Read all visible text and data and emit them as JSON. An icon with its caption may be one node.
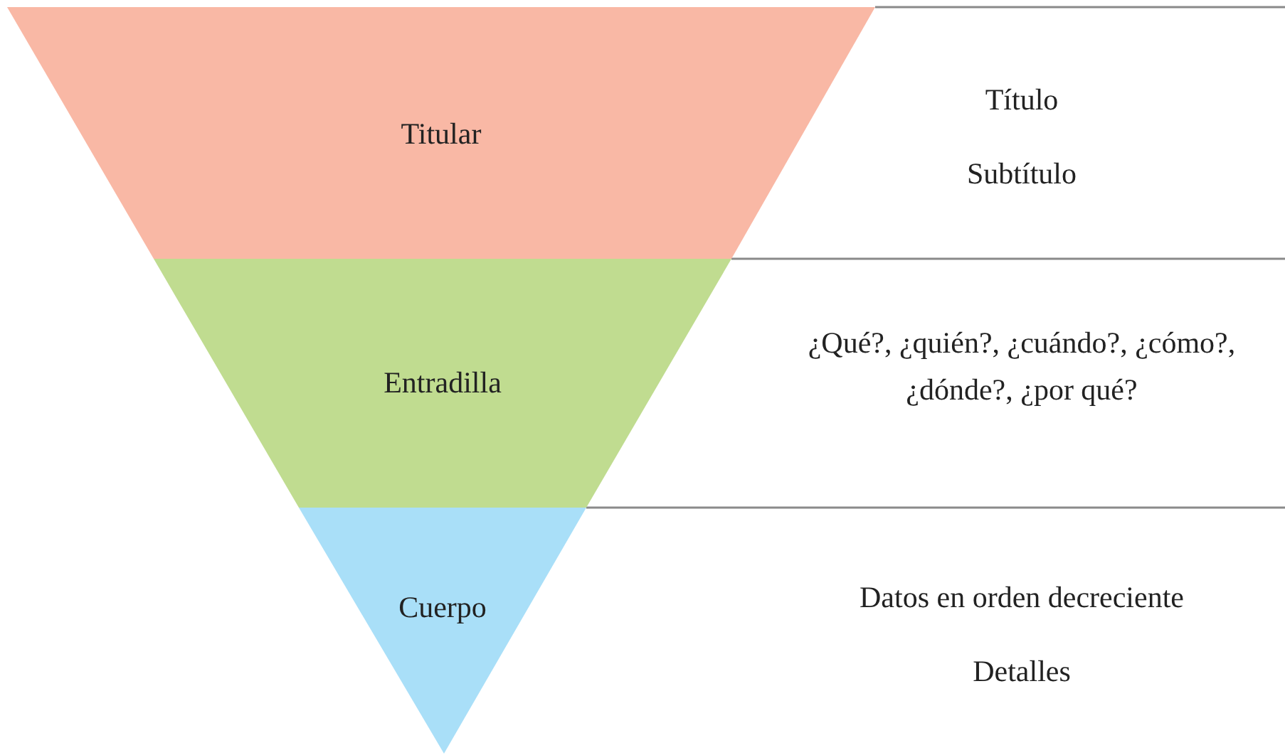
{
  "diagram": {
    "nodes": [
      {
        "text": [
          "Titular"
        ]
      },
      {
        "text": [
          "Entradilla"
        ]
      },
      {
        "text": [
          "Cuerpo"
        ]
      }
    ],
    "labels": [
      "Título",
      "Subtítulo",
      "¿Qué?, ¿quién?, ¿cuándo?, ¿cómo?, ¿dónde?, ¿por qué?",
      "Datos en orden decreciente",
      "Detalles"
    ]
  }
}
